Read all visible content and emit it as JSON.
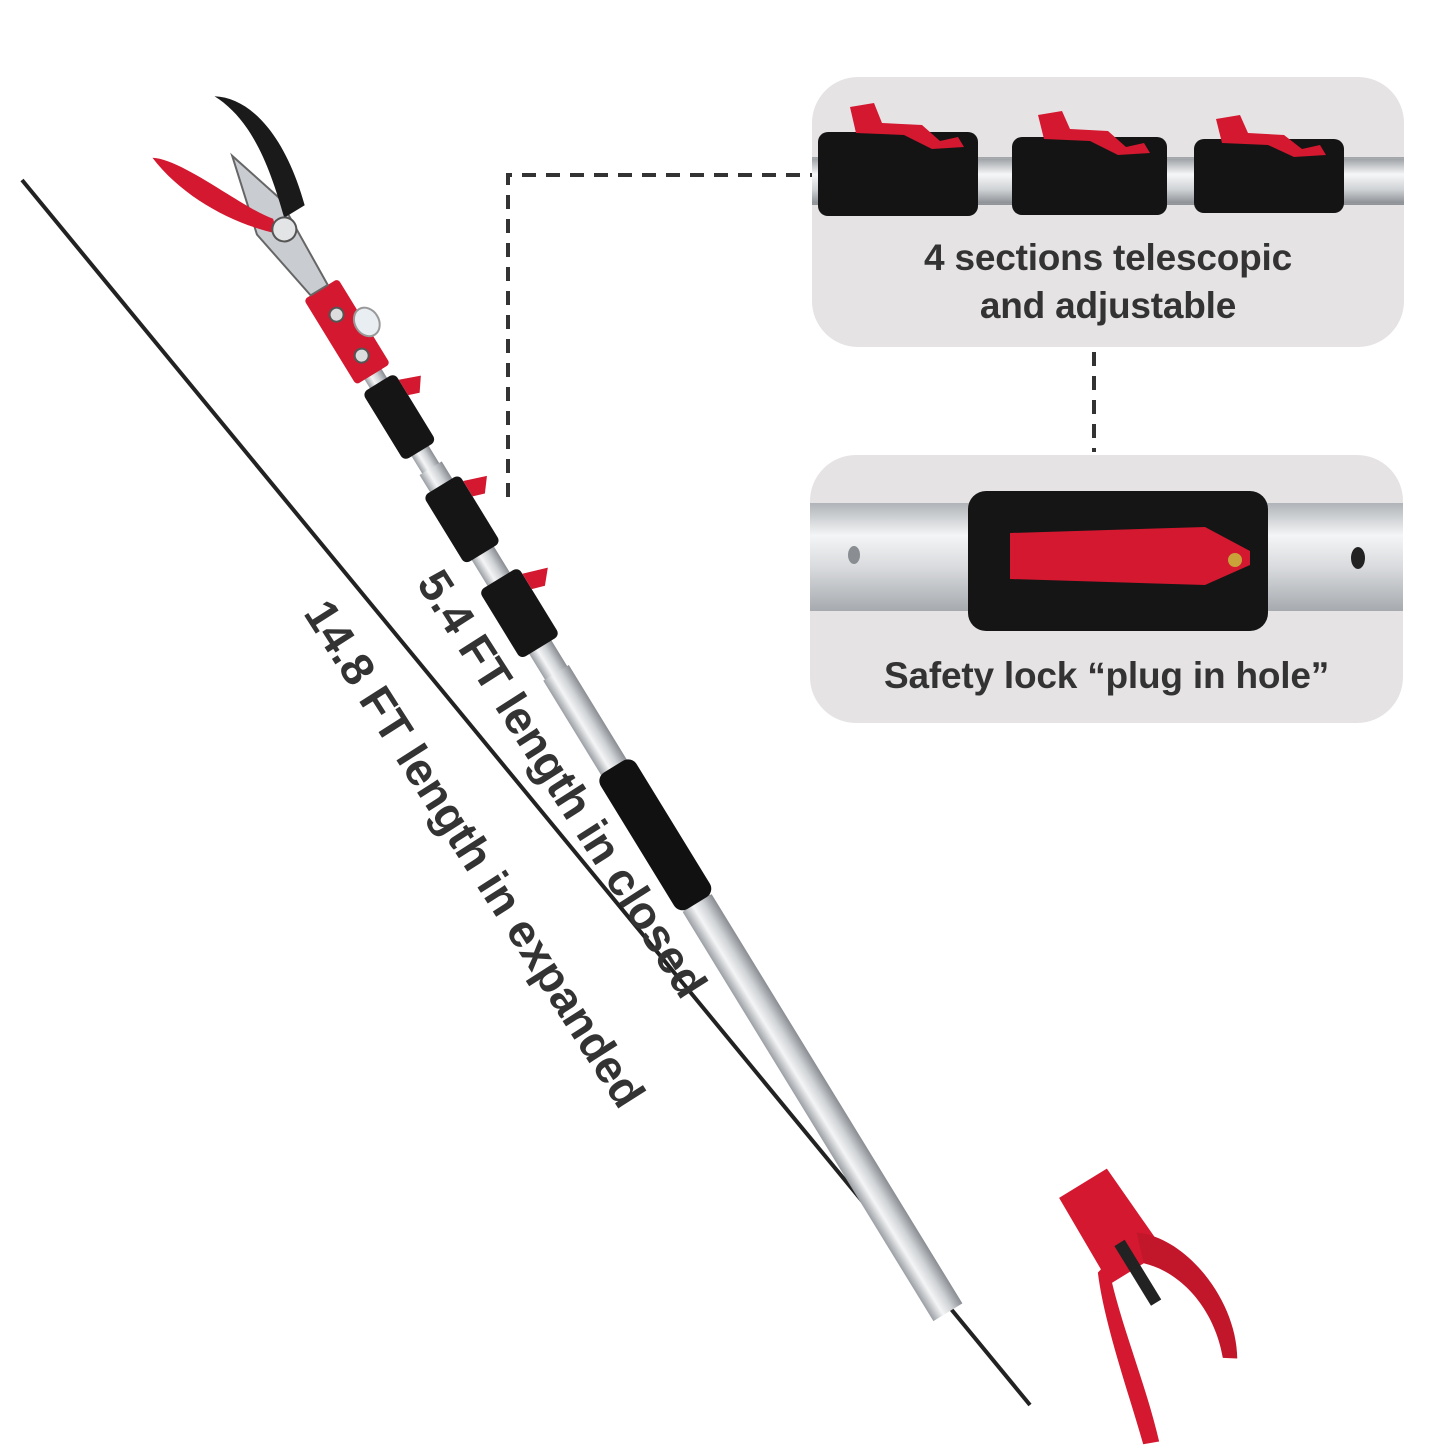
{
  "callout_telescopic": {
    "line1": "4 sections telescopic",
    "line2": "and adjustable"
  },
  "callout_lock": {
    "text": "Safety lock “plug in hole”"
  },
  "dimensions": {
    "closed": "5.4 FT length in closed",
    "expanded": "14.8 FT length in expanded"
  },
  "colors": {
    "accent_red": "#d3182f",
    "handle_black": "#111111",
    "pole_silver": "#d6d8da",
    "panel_bg": "#e6e3e4",
    "text_dark": "#333333"
  }
}
